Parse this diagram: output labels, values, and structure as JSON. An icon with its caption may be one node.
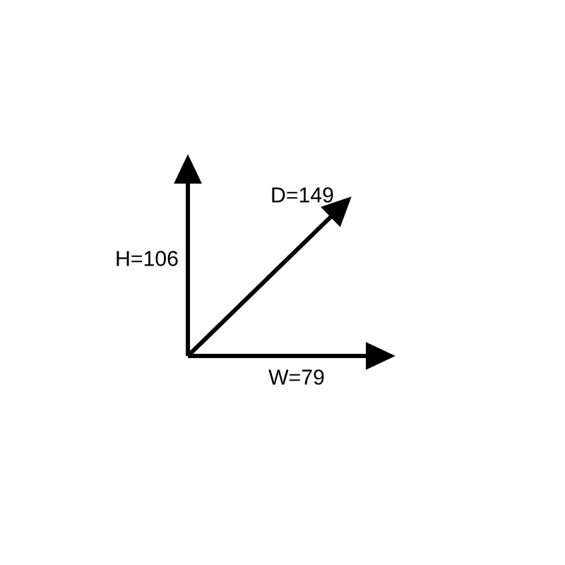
{
  "diagram": {
    "labels": [
      "D=149",
      "H=106",
      "W=79"
    ]
  }
}
